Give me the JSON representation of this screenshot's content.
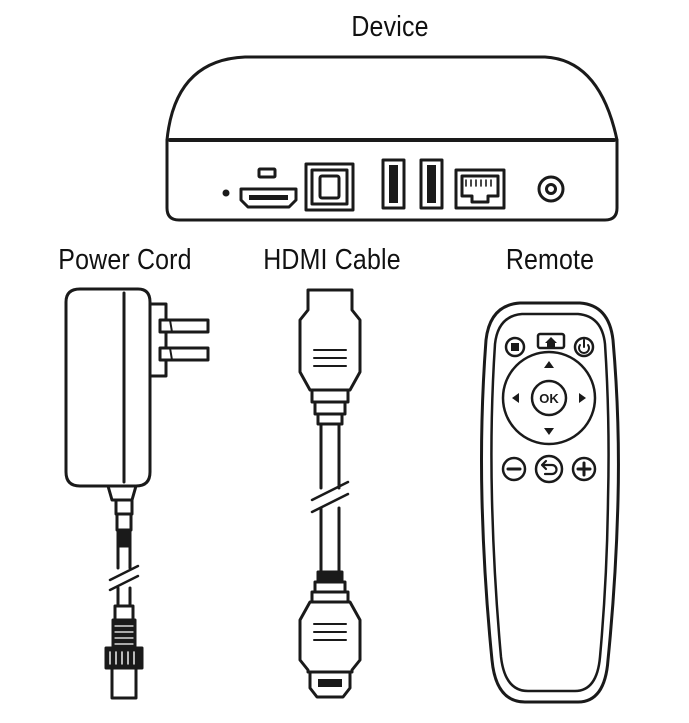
{
  "labels": {
    "device": "Device",
    "power_cord": "Power Cord",
    "hdmi_cable": "HDMI Cable",
    "remote": "Remote"
  },
  "remote_buttons": {
    "ok": "OK"
  },
  "icons": {
    "device_ports": [
      "reset-pinhole-icon",
      "hdmi-port-icon",
      "optical-audio-port-icon",
      "usb-port-icon",
      "usb-port-icon",
      "ethernet-port-icon",
      "power-jack-icon"
    ],
    "remote": [
      "menu-icon",
      "home-icon",
      "power-icon",
      "dpad-up-icon",
      "dpad-down-icon",
      "dpad-left-icon",
      "dpad-right-icon",
      "volume-down-icon",
      "back-icon",
      "volume-up-icon"
    ]
  },
  "colors": {
    "line": "#1a1a1a",
    "fill": "#ffffff"
  }
}
